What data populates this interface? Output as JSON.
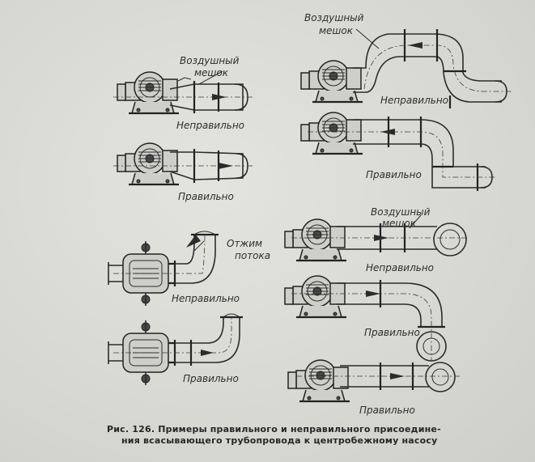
{
  "labels": {
    "air_pocket_1": [
      "Воздушный",
      "мешок"
    ],
    "incorrect_1": "Неправильно",
    "correct_1": "Правильно",
    "air_pocket_2": [
      "Воздушный",
      "мешок"
    ],
    "incorrect_2": "Неправильно",
    "correct_2": "Правильно",
    "flow_push": [
      "Отжим",
      "потока"
    ],
    "incorrect_3": "Неправильно",
    "correct_3": "Правильно",
    "air_pocket_3": [
      "Воздушный",
      "мешок"
    ],
    "incorrect_4": "Неправильно",
    "correct_4": "Правильно",
    "correct_5": "Правильно"
  },
  "caption": {
    "line1": "Рис.  126.  Примеры правильного и неправильного присоедине-",
    "line2": "ния  всасывающего  трубопровода  к  центробежному  насосу"
  }
}
